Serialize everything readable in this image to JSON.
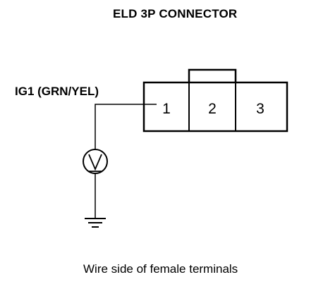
{
  "title": "ELD 3P CONNECTOR",
  "wire_label": "IG1 (GRN/YEL)",
  "caption": "Wire side of female terminals",
  "connector": {
    "terminals": [
      "1",
      "2",
      "3"
    ],
    "lock_tab_over_terminal": "2"
  },
  "meter": {
    "icon": "voltmeter-icon"
  },
  "ground": {
    "icon": "ground-icon"
  },
  "colors": {
    "ink": "#000000",
    "background": "#ffffff"
  }
}
